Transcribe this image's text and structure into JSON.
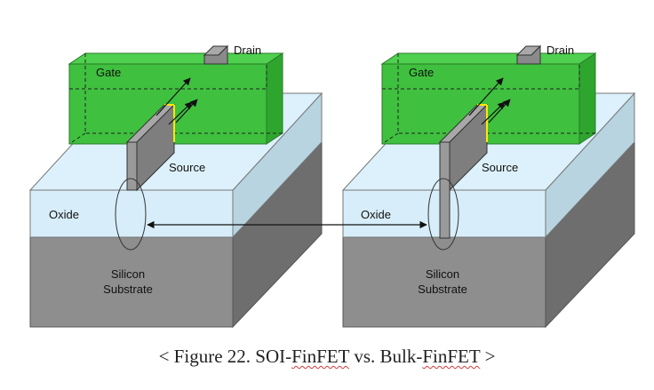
{
  "diagrams": [
    {
      "labels": {
        "drain": "Drain",
        "gate": "Gate",
        "source": "Source",
        "oxide": "Oxide",
        "substrate_line1": "Silicon",
        "substrate_line2": "Substrate"
      }
    },
    {
      "labels": {
        "drain": "Drain",
        "gate": "Gate",
        "source": "Source",
        "oxide": "Oxide",
        "substrate_line1": "Silicon",
        "substrate_line2": "Substrate"
      }
    }
  ],
  "caption": {
    "prefix": "< Figure 22. SOI-",
    "word1": "FinFET",
    "middle": " vs. Bulk-",
    "word2": "FinFET",
    "suffix": " >"
  },
  "colors": {
    "gate": "#3ec23e",
    "oxide": "#d6f0fb",
    "substrate": "#8c8c8c",
    "fin": "#9a9a9a",
    "channel_edge": "#ffe800"
  }
}
